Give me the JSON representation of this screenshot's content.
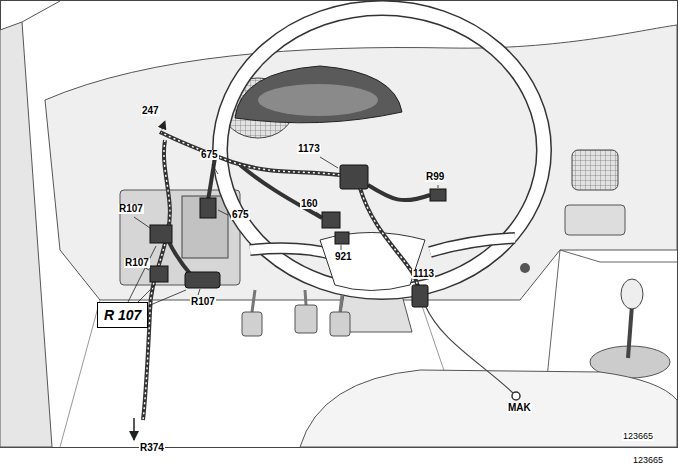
{
  "diagram": {
    "nodes": [
      {
        "text": [
          "R 107"
        ]
      }
    ],
    "labels": [
      "247",
      "675",
      "1173",
      "R99",
      "R107",
      "675",
      "160",
      "R107",
      "921",
      "1113",
      "R107",
      "R374",
      "MAK",
      "123665",
      "123665"
    ]
  }
}
